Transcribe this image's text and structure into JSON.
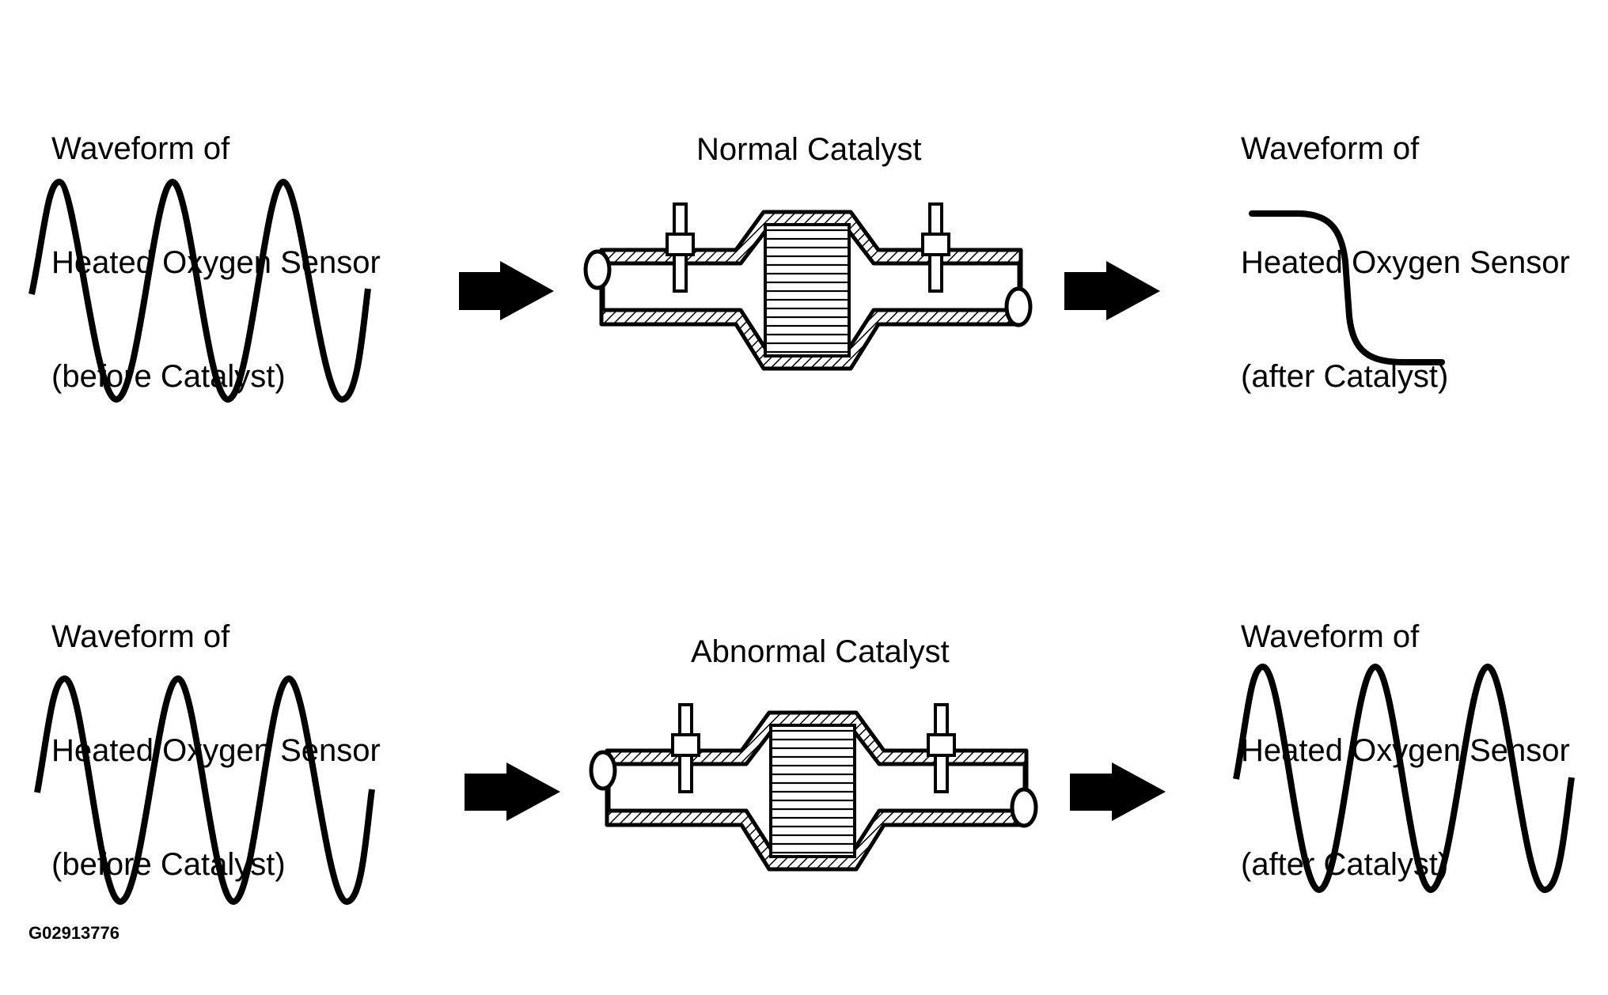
{
  "rows": [
    {
      "before_label": [
        "Waveform of",
        "Heated Oxygen Sensor",
        "(before Catalyst)"
      ],
      "catalyst_label": "Normal Catalyst",
      "after_label": [
        "Waveform of",
        "Heated Oxygen Sensor",
        "(after Catalyst)"
      ],
      "after_waveform": "step"
    },
    {
      "before_label": [
        "Waveform of",
        "Heated Oxygen Sensor",
        "(before Catalyst)"
      ],
      "catalyst_label": "Abnormal Catalyst",
      "after_label": [
        "Waveform of",
        "Heated Oxygen Sensor",
        "(after Catalyst)"
      ],
      "after_waveform": "sine"
    }
  ],
  "figure_code": "G02913776"
}
